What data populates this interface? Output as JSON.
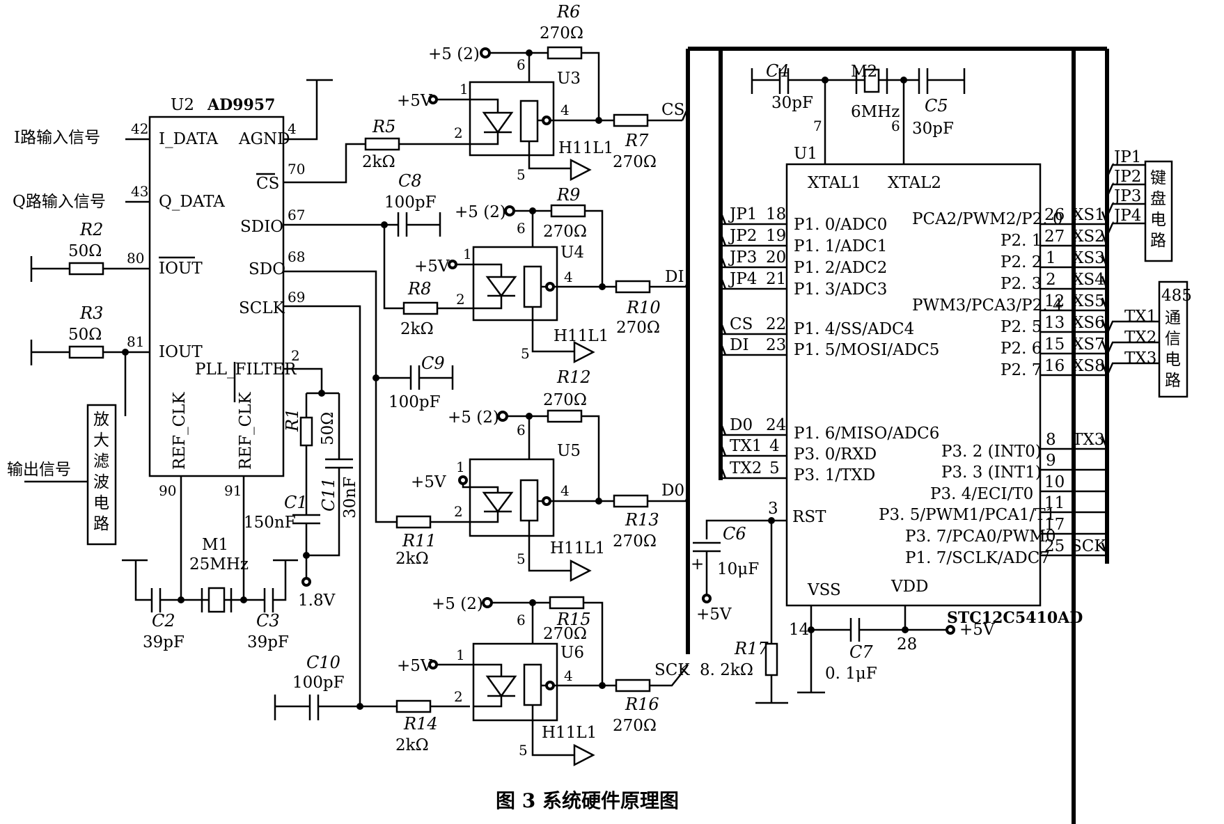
{
  "caption": "图 3   系统硬件原理图",
  "chips": {
    "ad9957": {
      "ref": "U2",
      "part": "AD9957",
      "pins": [
        {
          "num": "42",
          "name": "I_DATA",
          "net": "I路输入信号"
        },
        {
          "num": "43",
          "name": "Q_DATA",
          "net": "Q路输入信号"
        },
        {
          "num": "80",
          "name": "IOUT"
        },
        {
          "num": "81",
          "name": "IOUT"
        },
        {
          "num": "4",
          "name": "AGND"
        },
        {
          "num": "70",
          "name": "CS"
        },
        {
          "num": "67",
          "name": "SDIO"
        },
        {
          "num": "68",
          "name": "SDO"
        },
        {
          "num": "69",
          "name": "SCLK"
        },
        {
          "num": "2",
          "name": "PLL_FILTER"
        },
        {
          "num": "90",
          "name": "REF_CLK"
        },
        {
          "num": "91",
          "name": "REF_CLK"
        }
      ]
    },
    "mcu": {
      "ref": "U1",
      "part": "STC12C5410AD",
      "pins_left": [
        {
          "net": "JP1",
          "num": "18",
          "name": "P1. 0/ADC0"
        },
        {
          "net": "JP2",
          "num": "19",
          "name": "P1. 1/ADC1"
        },
        {
          "net": "JP3",
          "num": "20",
          "name": "P1. 2/ADC2"
        },
        {
          "net": "JP4",
          "num": "21",
          "name": "P1. 3/ADC3"
        },
        {
          "net": "CS",
          "num": "22",
          "name": "P1. 4/SS/ADC4"
        },
        {
          "net": "DI",
          "num": "23",
          "name": "P1. 5/MOSI/ADC5"
        },
        {
          "net": "D0",
          "num": "24",
          "name": "P1. 6/MISO/ADC6"
        },
        {
          "net": "TX1",
          "num": "4",
          "name": "P3. 0/RXD"
        },
        {
          "net": "TX2",
          "num": "5",
          "name": "P3. 1/TXD"
        }
      ],
      "pins_right": [
        {
          "name": "PCA2/PWM2/P2. 0",
          "num": "26",
          "net": "XS1"
        },
        {
          "name": "P2. 1",
          "num": "27",
          "net": "XS2"
        },
        {
          "name": "P2. 2",
          "num": "1",
          "net": "XS3"
        },
        {
          "name": "P2. 3",
          "num": "2",
          "net": "XS4"
        },
        {
          "name": "PWM3/PCA3/P2. 4",
          "num": "12",
          "net": "XS5"
        },
        {
          "name": "P2. 5",
          "num": "13",
          "net": "XS6"
        },
        {
          "name": "P2. 6",
          "num": "15",
          "net": "XS7"
        },
        {
          "name": "P2. 7",
          "num": "16",
          "net": "XS8"
        },
        {
          "name": "P3. 2 (INT0)",
          "num": "8",
          "net": "TX3"
        },
        {
          "name": "P3. 3 (INT1)",
          "num": "9",
          "net": ""
        },
        {
          "name": "P3. 4/ECI/T0",
          "num": "10",
          "net": ""
        },
        {
          "name": "P3. 5/PWM1/PCA1/T1",
          "num": "11",
          "net": ""
        },
        {
          "name": "P3. 7/PCA0/PWM0",
          "num": "17",
          "net": ""
        },
        {
          "name": "P1. 7/SCLK/ADC7",
          "num": "25",
          "net": "SCK"
        }
      ],
      "xtal1": "XTAL1",
      "xtal2": "XTAL2",
      "xtal1_pin": "7",
      "xtal2_pin": "6",
      "rst": "RST",
      "rst_pin": "3",
      "vss": "VSS",
      "vss_pin": "14",
      "vdd": "VDD",
      "vdd_pin": "28"
    }
  },
  "optocouplers": [
    {
      "ref": "U3",
      "part": "H11L1",
      "pin1": "1",
      "pin2": "2",
      "pin4": "4",
      "pin5": "5",
      "pin6": "6",
      "net": "CS",
      "rin": {
        "ref": "R5",
        "value": "2kΩ"
      },
      "rpull": {
        "ref": "R6",
        "value": "270Ω"
      },
      "rout": {
        "ref": "R7",
        "value": "270Ω"
      }
    },
    {
      "ref": "U4",
      "part": "H11L1",
      "pin1": "1",
      "pin2": "2",
      "pin4": "4",
      "pin5": "5",
      "pin6": "6",
      "net": "DI",
      "rin": {
        "ref": "R8",
        "value": "2kΩ"
      },
      "rpull": {
        "ref": "R9",
        "value": "270Ω"
      },
      "rout": {
        "ref": "R10",
        "value": "270Ω"
      }
    },
    {
      "ref": "U5",
      "part": "H11L1",
      "pin1": "1",
      "pin2": "2",
      "pin4": "4",
      "pin5": "5",
      "pin6": "6",
      "net": "D0",
      "rin": {
        "ref": "R11",
        "value": "2kΩ"
      },
      "rpull": {
        "ref": "R12",
        "value": "270Ω"
      },
      "rout": {
        "ref": "R13",
        "value": "270Ω"
      }
    },
    {
      "ref": "U6",
      "part": "H11L1",
      "pin1": "1",
      "pin2": "2",
      "pin4": "4",
      "pin5": "5",
      "pin6": "6",
      "net": "SCK",
      "rin": {
        "ref": "R14",
        "value": "2kΩ"
      },
      "rpull": {
        "ref": "R15",
        "value": "270Ω"
      },
      "rout": {
        "ref": "R16",
        "value": "270Ω"
      }
    }
  ],
  "supplies": {
    "v5_2": "+5 (2)",
    "v5": "+5V",
    "v1_8": "1.8V"
  },
  "components": {
    "R1": {
      "ref": "R1",
      "value": "50Ω"
    },
    "R2": {
      "ref": "R2",
      "value": "50Ω"
    },
    "R3": {
      "ref": "R3",
      "value": "50Ω"
    },
    "R17": {
      "ref": "R17",
      "value": "8. 2kΩ"
    },
    "C1": {
      "ref": "C1",
      "value": "150nF"
    },
    "C2": {
      "ref": "C2",
      "value": "39pF"
    },
    "C3": {
      "ref": "C3",
      "value": "39pF"
    },
    "C4": {
      "ref": "C4",
      "value": "30pF"
    },
    "C5": {
      "ref": "C5",
      "value": "30pF"
    },
    "C6": {
      "ref": "C6",
      "value": "10μF"
    },
    "C7": {
      "ref": "C7",
      "value": "0. 1μF"
    },
    "C8": {
      "ref": "C8",
      "value": "100pF"
    },
    "C9": {
      "ref": "C9",
      "value": "100pF"
    },
    "C10": {
      "ref": "C10",
      "value": "100pF"
    },
    "C11": {
      "ref": "C11",
      "value": "30nF"
    },
    "M1": {
      "ref": "M1",
      "value": "25MHz"
    },
    "M2": {
      "ref": "M2",
      "value": "6MHz"
    }
  },
  "blocks": {
    "filter": "放大滤波电路",
    "output_signal": "输出信号",
    "keyboard": "键盘电路",
    "comm485": "485通信电路",
    "jp": [
      "JP1",
      "JP2",
      "JP3",
      "JP4"
    ],
    "tx": [
      "TX1",
      "TX2",
      "TX3"
    ]
  }
}
